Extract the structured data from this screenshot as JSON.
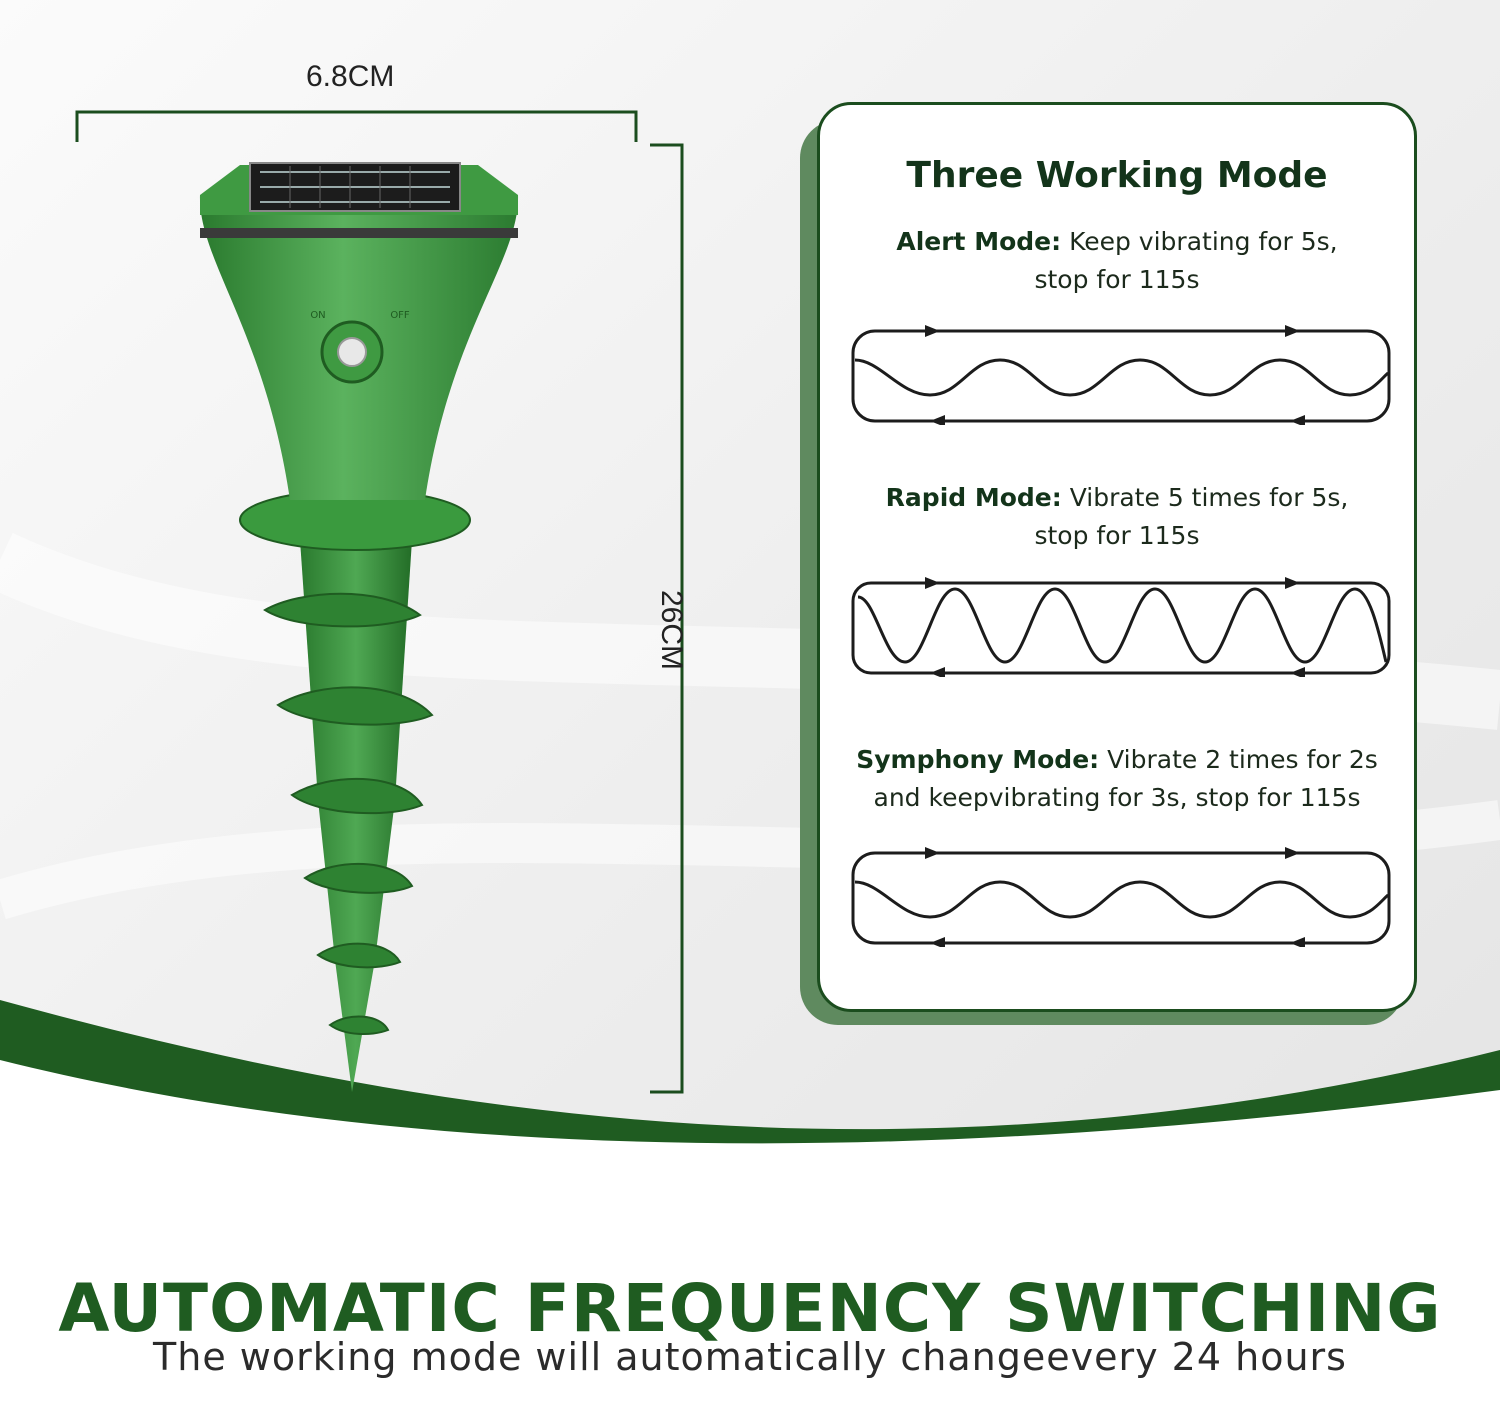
{
  "dimensions": {
    "width": "6.8CM",
    "height": "26CM"
  },
  "panel": {
    "title": "Three Working Mode",
    "modes": [
      {
        "name": "Alert Mode:",
        "line1": "Keep vibrating for 5s,",
        "line2": "stop for 115s"
      },
      {
        "name": "Rapid Mode:",
        "line1": "Vibrate 5 times for 5s,",
        "line2": "stop for 115s"
      },
      {
        "name": "Symphony Mode:",
        "line1": "Vibrate 2 times for 2s",
        "line2": "and keepvibrating for 3s, stop for 115s"
      }
    ]
  },
  "headline": "AUTOMATIC FREQUENCY SWITCHING",
  "subline": "The working mode will automatically changeevery 24 hours",
  "colors": {
    "brand_green": "#1f5c21",
    "device_green": "#3f9a42",
    "card_border": "#1b4d1e"
  }
}
